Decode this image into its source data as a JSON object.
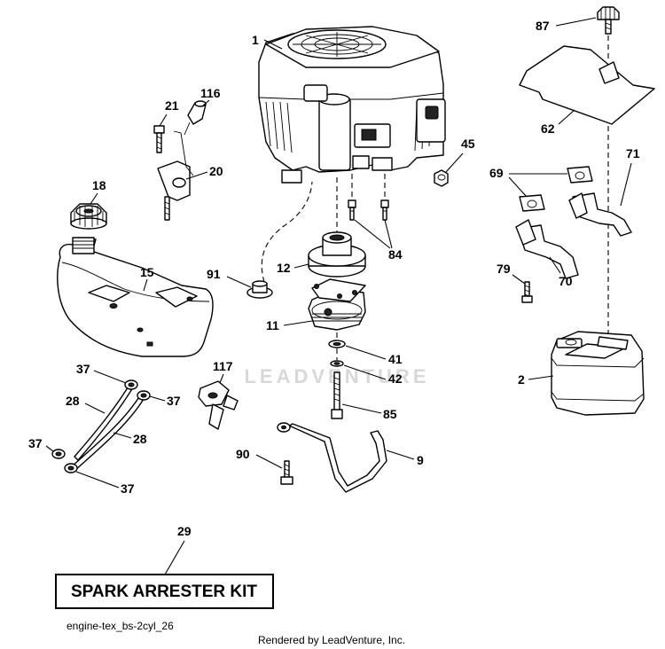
{
  "diagram": {
    "callouts": {
      "engine": "1",
      "muffler": "2",
      "bracket": "9",
      "clutch": "11",
      "pulley": "12",
      "fuel_tank": "15",
      "tank_cap": "18",
      "throttle_bracket": "20",
      "bracket_bolt": "21",
      "fuel_line_a": "28",
      "fuel_line_b": "28",
      "spark_arrester_kit_ref": "29",
      "clamp_a": "37",
      "clamp_b": "37",
      "clamp_c": "37",
      "clamp_d": "37",
      "washer_flat": "41",
      "lock_washer": "42",
      "nut": "45",
      "heat_shield": "62",
      "gasket": "69",
      "exhaust_pipe_left": "70",
      "exhaust_pipe_right": "71",
      "pipe_screw": "79",
      "engine_bolt": "84",
      "clutch_bolt": "85",
      "shield_knob": "87",
      "bracket_screw": "90",
      "grommet": "91",
      "choke_knob": "116",
      "fuel_valve": "117"
    },
    "kit_label": "SPARK ARRESTER KIT",
    "file_name": "engine-tex_bs-2cyl_26",
    "credit": "Rendered by LeadVenture, Inc.",
    "watermark": "LEADVENTURE"
  }
}
